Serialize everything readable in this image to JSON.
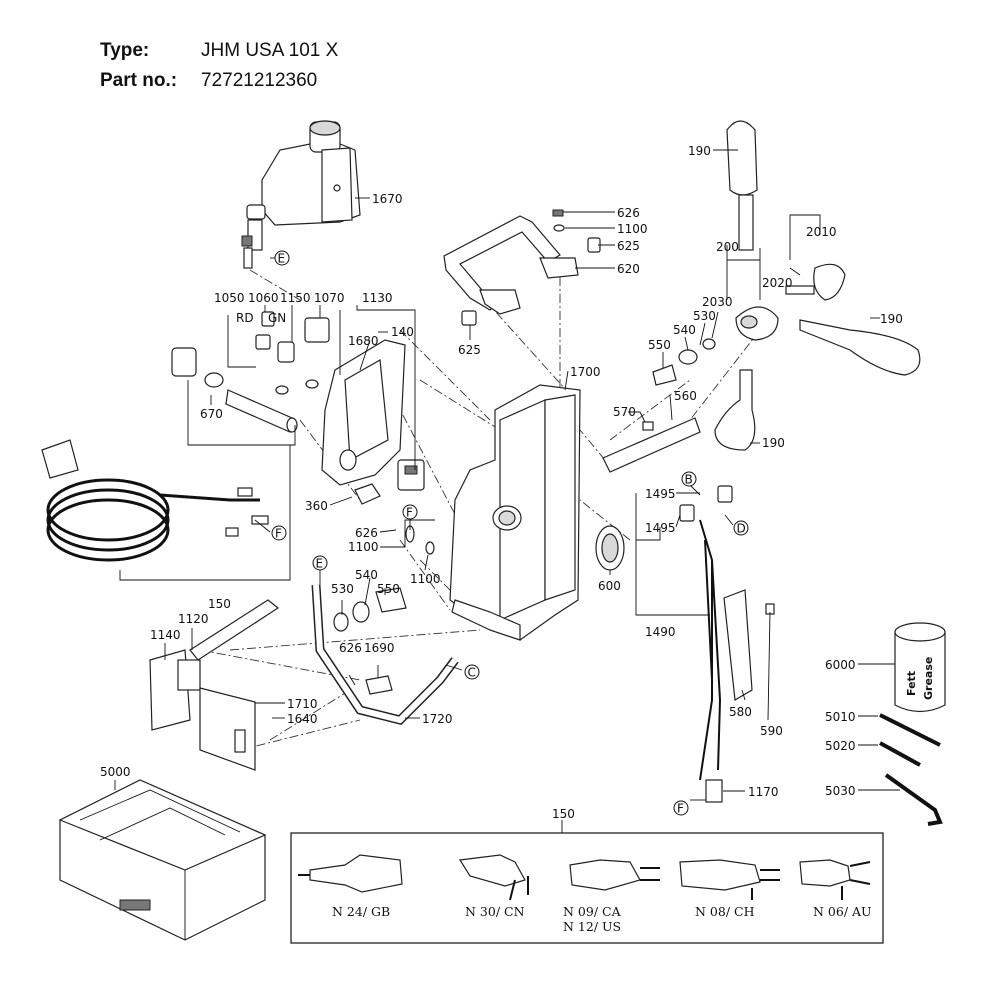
{
  "header": {
    "type_label": "Type:",
    "type_value": "JHM USA 101 X",
    "part_label": "Part no.:",
    "part_value": "72721212360"
  },
  "callouts": {
    "c1670": "1670",
    "c626a": "626",
    "c1100a": "1100",
    "c625a": "625",
    "c620": "620",
    "c625b": "625",
    "c190a": "190",
    "c200": "200",
    "c2010": "2010",
    "c2020": "2020",
    "c2030": "2030",
    "c530a": "530",
    "c540a": "540",
    "c550a": "550",
    "c190b": "190",
    "c570": "570",
    "c560": "560",
    "c190c": "190",
    "c1700": "1700",
    "c1050": "1050",
    "c1060": "1060",
    "c1150": "1150",
    "c1070": "1070",
    "c1130": "1130",
    "rd": "RD",
    "gn": "GN",
    "c140": "140",
    "c1680": "1680",
    "c670": "670",
    "c360": "360",
    "c626b": "626",
    "c1100b": "1100",
    "c550b": "550",
    "c540b": "540",
    "c530b": "530",
    "c1100c": "1100",
    "c600": "600",
    "c1495a": "1495",
    "c1495b": "1495",
    "c1490": "1490",
    "c150a": "150",
    "c1120": "1120",
    "c1140": "1140",
    "c626c": "626",
    "c1690": "1690",
    "c1710": "1710",
    "c1640": "1640",
    "c1720": "1720",
    "c580": "580",
    "c590": "590",
    "c6000": "6000",
    "c5010": "5010",
    "c5020": "5020",
    "c5030": "5030",
    "c1170": "1170",
    "c5000": "5000",
    "c150b": "150"
  },
  "markers": {
    "e1": "E",
    "e2": "E",
    "f1": "F",
    "f2": "F",
    "f3": "F",
    "b": "B",
    "c": "C",
    "d": "D"
  },
  "grease_can": {
    "line1": "Fett",
    "line2": "Grease"
  },
  "plugs": {
    "gb": "N 24/ GB",
    "cn": "N 30/ CN",
    "ca": "N 09/ CA",
    "us": "N 12/ US",
    "ch": "N 08/ CH",
    "au": "N 06/ AU"
  }
}
